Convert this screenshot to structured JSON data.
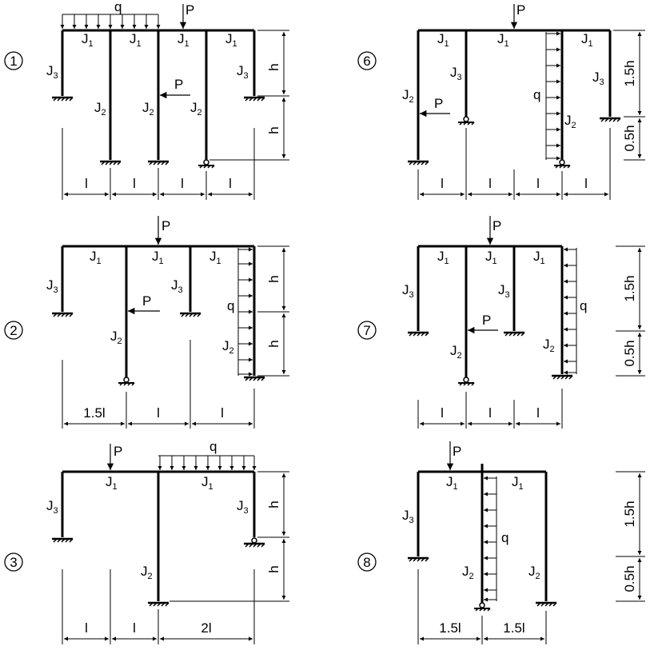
{
  "diagrams": [
    {
      "number": "1",
      "labels": {
        "P": "P",
        "q": "q",
        "J1": "J",
        "J1_sub": "1",
        "J2": "J",
        "J2_sub": "2",
        "J3": "J",
        "J3_sub": "3",
        "h": "h",
        "l": "l"
      }
    },
    {
      "number": "2",
      "labels": {
        "P": "P",
        "q": "q",
        "h": "h",
        "l": "l",
        "l15": "1.5l"
      }
    },
    {
      "number": "3",
      "labels": {
        "P": "P",
        "q": "q",
        "h": "h",
        "l": "l",
        "l2": "2l"
      }
    },
    {
      "number": "6",
      "labels": {
        "P": "P",
        "q": "q",
        "h15": "1.5h",
        "h05": "0.5h",
        "l": "l"
      }
    },
    {
      "number": "7",
      "labels": {
        "P": "P",
        "q": "q",
        "h15": "1.5h",
        "h05": "0.5h",
        "l": "l"
      }
    },
    {
      "number": "8",
      "labels": {
        "P": "P",
        "q": "q",
        "h15": "1.5h",
        "h05": "0.5h",
        "l15": "1.5l"
      }
    }
  ]
}
